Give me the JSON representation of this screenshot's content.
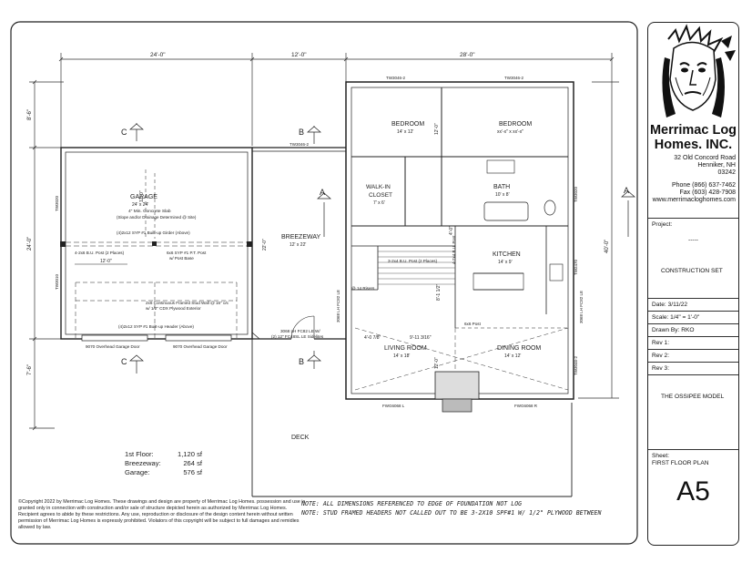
{
  "company": {
    "name_line1": "Merrimac Log",
    "name_line2": "Homes. INC.",
    "address1": "32 Old Concord Road",
    "address2": "Henniker, NH",
    "address3": "03242",
    "phone": "Phone (866) 637-7462",
    "fax": "Fax (603) 428-7908",
    "website": "www.merrimacloghomes.com"
  },
  "title_block": {
    "project_label": "Project:",
    "project_value": "-----",
    "set_label": "CONSTRUCTION SET",
    "date": "Date:  3/11/22",
    "scale": "Scale: 1/4\" = 1'-0\"",
    "drawn_by": "Drawn By:  RKO",
    "rev1": "Rev 1:",
    "rev2": "Rev 2:",
    "rev3": "Rev 3:",
    "model": "THE OSSIPEE MODEL",
    "sheet_label": "Sheet:",
    "sheet_title": "FIRST FLOOR PLAN",
    "sheet_number": "A5"
  },
  "dimensions": {
    "top": [
      "24'-0\"",
      "12'-0\"",
      "28'-0\""
    ],
    "left_upper": "8'-6\"",
    "left_middle": "24'-0\"",
    "left_lower": "7'-6\"",
    "right": "40'-0\"",
    "garage_inner_top": "12'-0\"",
    "garage_inner_mid": "12'-0\"",
    "breezeway_side": "22'-0\"",
    "bedroom_side": "12'-0\"",
    "kitchen_side_a": "4'-0\"",
    "kitchen_side_b": "8'-1 1/2\"",
    "living_a": "4'-0 7/8\"",
    "living_b": "9'-11 3/16\"",
    "living_side": "12'-0\""
  },
  "section_markers": [
    "A",
    "A",
    "B",
    "B",
    "C",
    "C"
  ],
  "rooms": {
    "garage": {
      "name": "GARAGE",
      "size": "24' x 24'",
      "note1": "4\" Min. Concrete Slab",
      "note2": "(Slope and/or Drainage Determined @ Site)"
    },
    "breezeway": {
      "name": "BREEZEWAY",
      "size": "12' x 22'"
    },
    "bedroom1": {
      "name": "BEDROOM",
      "size": "14' x 12'"
    },
    "bedroom2": {
      "name": "BEDROOM",
      "size": "xx'-x\" x xx'-x\""
    },
    "walkin": {
      "name": "WALK-IN",
      "name2": "CLOSET",
      "size": "7' x 6'"
    },
    "bath": {
      "name": "BATH",
      "size": "10' x 8'"
    },
    "kitchen": {
      "name": "KITCHEN",
      "size": "14' x 9'"
    },
    "living": {
      "name": "LIVING ROOM",
      "size": "14' x 18'"
    },
    "dining": {
      "name": "DINING ROOM",
      "size": "14' x 12'"
    },
    "deck": {
      "name": "DECK"
    }
  },
  "annotations": {
    "girder": "(4)2x12 SYP #1 Built-up Girder (Above)",
    "bu_post": "4-2x6 B.U. Post (2 Places)",
    "pt_post": "6x6 SYP #1 P.T. Post",
    "post_base": "w/ Post Base",
    "stud_wall1": "2x6 Continuous Framed Stud Wall @ 16\" o/c",
    "stud_wall2": "w/ 1/2\" CDX Plywood Exterior",
    "header": "(4)2x12 SYP #1 Built-up Header (Above)",
    "door1": "9070 Overhead Garage Door",
    "door2": "9070 Overhead Garage Door",
    "lh_door1": "3068 LH FC82 LE W/",
    "lh_door2": "(2) 12\" FC48SL LE Sidelites",
    "stair_post": "3-2x4 B.U. Post (2 Places)",
    "risers": "@ 14 Risers",
    "kitchen_post": "4-2x4 B.U. Post",
    "post_6x6": "6x6 Post",
    "win_tw1": "TW3046-2",
    "win_tw2": "TW3046-2",
    "win_tw3": "TW3046-2",
    "win_garage1": "TW3020",
    "win_garage2": "TW3010",
    "win_bath": "TW3020",
    "win_kitchen": "TW2470",
    "win_dining": "TW3046-2",
    "door_right": "3068 LH FC82 LE",
    "door_lh": "3068 LH FC82 LE",
    "fwg_left": "FWG6068 L",
    "fwg_right": "FWG6068 R"
  },
  "areas": {
    "first_floor_label": "1st Floor:",
    "first_floor_value": "1,120 sf",
    "breezeway_label": "Breezeway:",
    "breezeway_value": "264 sf",
    "garage_label": "Garage:",
    "garage_value": "576 sf"
  },
  "notes": {
    "note1": "NOTE:  ALL DIMENSIONS REFERENCED TO EDGE OF FOUNDATION NOT LOG",
    "note2": "NOTE:  STUD FRAMED HEADERS NOT CALLED OUT TO BE 3-2X10 SPF#1 W/ 1/2\" PLYWOOD BETWEEN"
  },
  "copyright": "©Copyright 2022 by Merrimac Log Homes. These drawings and design are property of Merrimac Log Homes. possession and use is granted only in connection with construction and/or sale of structure depicted herein as authorized by Merrimac Log Homes. Recipient agrees to abide by these restrictions. Any use, reproduction or disclosure of the design content herein without written permission of Merrimac Log Homes is expressly prohibited. Violators of this copyright will be subject to full damages and remidies allowed by law."
}
